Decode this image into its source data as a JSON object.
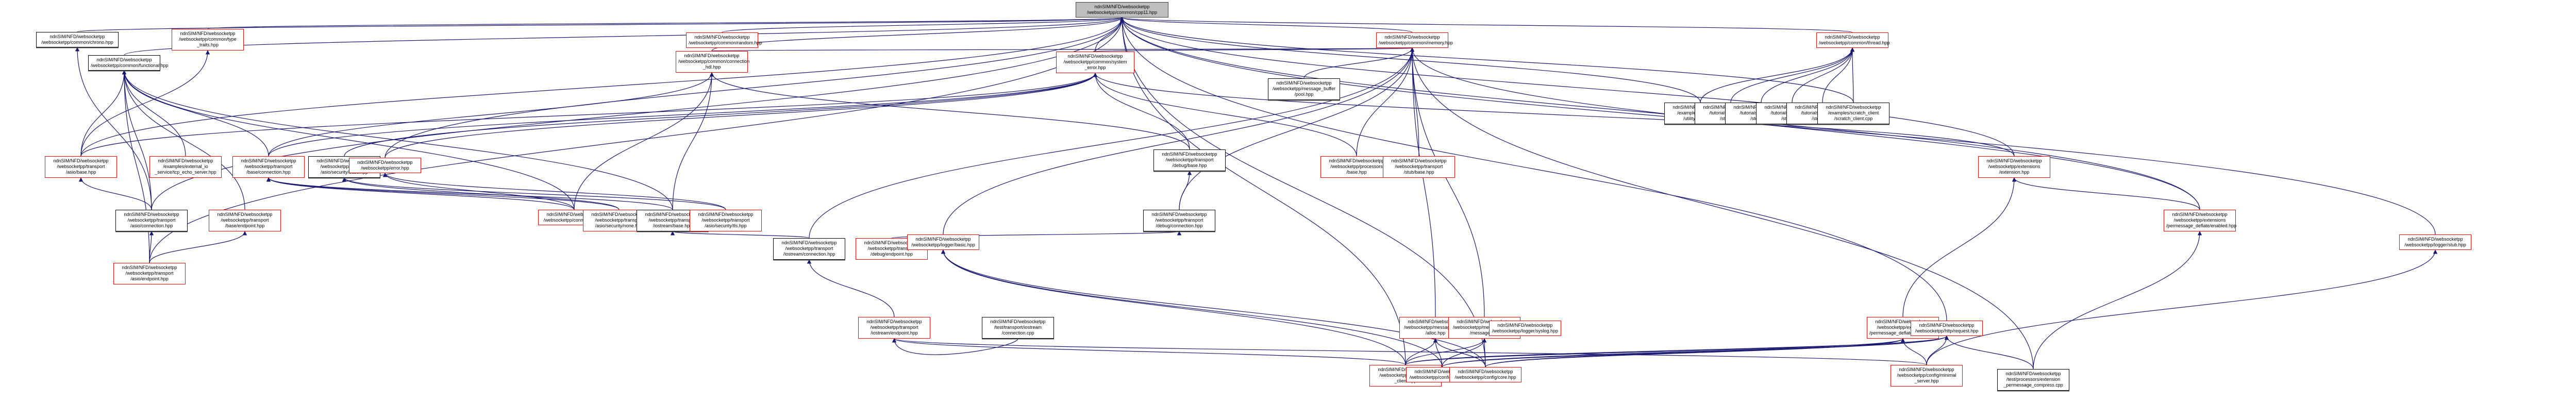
{
  "diagram": {
    "type": "include-dependency-graph",
    "edge_color": "#191970",
    "colors": {
      "root_fill": "#bfbfbf",
      "red_border": "#ff0000",
      "black_border": "#000000"
    },
    "root": {
      "id": "cpp11",
      "label": "ndnSIM/NFD/websocketpp\n/websocketpp/common/cpp11.hpp",
      "style": "root"
    },
    "nodes": [
      {
        "id": "chrono",
        "label": "ndnSIM/NFD/websocketpp\n/websocketpp/common/chrono.hpp",
        "style": "black"
      },
      {
        "id": "type_traits",
        "label": "ndnSIM/NFD/websocketpp\n/websocketpp/common/type\n_traits.hpp",
        "style": "red"
      },
      {
        "id": "random",
        "label": "ndnSIM/NFD/websocketpp\n/websocketpp/common/random.hpp",
        "style": "red"
      },
      {
        "id": "memory",
        "label": "ndnSIM/NFD/websocketpp\n/websocketpp/common/memory.hpp",
        "style": "red"
      },
      {
        "id": "thread",
        "label": "ndnSIM/NFD/websocketpp\n/websocketpp/common/thread.hpp",
        "style": "red"
      },
      {
        "id": "functional",
        "label": "ndnSIM/NFD/websocketpp\n/websocketpp/common/functional.hpp",
        "style": "black"
      },
      {
        "id": "connection_hdl",
        "label": "ndnSIM/NFD/websocketpp\n/websocketpp/common/connection\n_hdl.hpp",
        "style": "red"
      },
      {
        "id": "system_error",
        "label": "ndnSIM/NFD/websocketpp\n/websocketpp/common/system\n_error.hpp",
        "style": "red"
      },
      {
        "id": "mb_pool",
        "label": "ndnSIM/NFD/websocketpp\n/websocketpp/message_buffer\n/pool.hpp",
        "style": "black"
      },
      {
        "id": "utility_client",
        "label": "ndnSIM/NFD/websocketpp\n/examples/utility_client\n/utility_client.cpp",
        "style": "black"
      },
      {
        "id": "step3",
        "label": "ndnSIM/NFD/websocketpp\n/tutorials/utility_client\n/step3.cpp",
        "style": "black"
      },
      {
        "id": "step4",
        "label": "ndnSIM/NFD/websocketpp\n/tutorials/utility_client\n/step4.cpp",
        "style": "black"
      },
      {
        "id": "step5",
        "label": "ndnSIM/NFD/websocketpp\n/tutorials/utility_client\n/step5.cpp",
        "style": "black"
      },
      {
        "id": "step6",
        "label": "ndnSIM/NFD/websocketpp\n/tutorials/utility_client\n/step6.cpp",
        "style": "black"
      },
      {
        "id": "scratch_client",
        "label": "ndnSIM/NFD/websocketpp\n/examples/scratch_client\n/scratch_client.cpp",
        "style": "black"
      },
      {
        "id": "asio_base",
        "label": "ndnSIM/NFD/websocketpp\n/websocketpp/transport\n/asio/base.hpp",
        "style": "red"
      },
      {
        "id": "tcp_echo",
        "label": "ndnSIM/NFD/websocketpp\n/examples/external_io\n_service/tcp_echo_server.hpp",
        "style": "red"
      },
      {
        "id": "base_connection",
        "label": "ndnSIM/NFD/websocketpp\n/websocketpp/transport\n/base/connection.hpp",
        "style": "red"
      },
      {
        "id": "asio_security_base",
        "label": "ndnSIM/NFD/websocketpp\n/websocketpp/transport\n/asio/security/base.hpp",
        "style": "black"
      },
      {
        "id": "error",
        "label": "ndnSIM/NFD/websocketpp\n/websocketpp/error.hpp",
        "style": "red"
      },
      {
        "id": "debug_base",
        "label": "ndnSIM/NFD/websocketpp\n/websocketpp/transport\n/debug/base.hpp",
        "style": "black"
      },
      {
        "id": "processors_base",
        "label": "ndnSIM/NFD/websocketpp\n/websocketpp/processors\n/base.hpp",
        "style": "red"
      },
      {
        "id": "stub_base",
        "label": "ndnSIM/NFD/websocketpp\n/websocketpp/transport\n/stub/base.hpp",
        "style": "red"
      },
      {
        "id": "extension",
        "label": "ndnSIM/NFD/websocketpp\n/websocketpp/extensions\n/extension.hpp",
        "style": "red"
      },
      {
        "id": "asio_connection",
        "label": "ndnSIM/NFD/websocketpp\n/websocketpp/transport\n/asio/connection.hpp",
        "style": "black"
      },
      {
        "id": "base_endpoint",
        "label": "ndnSIM/NFD/websocketpp\n/websocketpp/transport\n/base/endpoint.hpp",
        "style": "red"
      },
      {
        "id": "connection",
        "label": "ndnSIM/NFD/websocketpp\n/websocketpp/connection.hpp",
        "style": "red"
      },
      {
        "id": "security_none",
        "label": "ndnSIM/NFD/websocketpp\n/websocketpp/transport\n/asio/security/none.hpp",
        "style": "red"
      },
      {
        "id": "iostream_base",
        "label": "ndnSIM/NFD/websocketpp\n/websocketpp/transport\n/iostream/base.hpp",
        "style": "black"
      },
      {
        "id": "security_tls",
        "label": "ndnSIM/NFD/websocketpp\n/websocketpp/transport\n/asio/security/tls.hpp",
        "style": "red"
      },
      {
        "id": "debug_connection",
        "label": "ndnSIM/NFD/websocketpp\n/websocketpp/transport\n/debug/connection.hpp",
        "style": "black"
      },
      {
        "id": "pmd_enabled",
        "label": "ndnSIM/NFD/websocketpp\n/websocketpp/extensions\n/permessage_deflate/enabled.hpp",
        "style": "red"
      },
      {
        "id": "asio_endpoint",
        "label": "ndnSIM/NFD/websocketpp\n/websocketpp/transport\n/asio/endpoint.hpp",
        "style": "red"
      },
      {
        "id": "iostream_connection",
        "label": "ndnSIM/NFD/websocketpp\n/websocketpp/transport\n/iostream/connection.hpp",
        "style": "black"
      },
      {
        "id": "debug_endpoint",
        "label": "ndnSIM/NFD/websocketpp\n/websocketpp/transport\n/debug/endpoint.hpp",
        "style": "red"
      },
      {
        "id": "logger_basic",
        "label": "ndnSIM/NFD/websocketpp\n/websocketpp/logger/basic.hpp",
        "style": "red"
      },
      {
        "id": "logger_stub",
        "label": "ndnSIM/NFD/websocketpp\n/websocketpp/logger/stub.hpp",
        "style": "red"
      },
      {
        "id": "iostream_endpoint",
        "label": "ndnSIM/NFD/websocketpp\n/websocketpp/transport\n/iostream/endpoint.hpp",
        "style": "red"
      },
      {
        "id": "test_iostream_connection",
        "label": "ndnSIM/NFD/websocketpp\n/test/transport/iostream\n/connection.cpp",
        "style": "black"
      },
      {
        "id": "mb_alloc",
        "label": "ndnSIM/NFD/websocketpp\n/websocketpp/message_buffer\n/alloc.hpp",
        "style": "red"
      },
      {
        "id": "mb_message",
        "label": "ndnSIM/NFD/websocketpp\n/websocketpp/message_buffer\n/message.hpp",
        "style": "red"
      },
      {
        "id": "syslog",
        "label": "ndnSIM/NFD/websocketpp\n/websocketpp/logger/syslog.hpp",
        "style": "red"
      },
      {
        "id": "pmd_disabled",
        "label": "ndnSIM/NFD/websocketpp\n/websocketpp/extensions\n/permessage_deflate/disabled.hpp",
        "style": "red"
      },
      {
        "id": "http_request",
        "label": "ndnSIM/NFD/websocketpp\n/websocketpp/http/request.hpp",
        "style": "red"
      },
      {
        "id": "core_client",
        "label": "ndnSIM/NFD/websocketpp\n/websocketpp/config/core\n_client.hpp",
        "style": "red"
      },
      {
        "id": "config_debug",
        "label": "ndnSIM/NFD/websocketpp\n/websocketpp/config/debug.hpp",
        "style": "red"
      },
      {
        "id": "config_core",
        "label": "ndnSIM/NFD/websocketpp\n/websocketpp/config/core.hpp",
        "style": "red"
      },
      {
        "id": "minimal_server",
        "label": "ndnSIM/NFD/websocketpp\n/websocketpp/config/minimal\n_server.hpp",
        "style": "red"
      },
      {
        "id": "ext_pmd_compress",
        "label": "ndnSIM/NFD/websocketpp\n/test/processors/extension\n_permessage_compress.cpp",
        "style": "black"
      }
    ],
    "edges": [
      [
        "chrono",
        "cpp11"
      ],
      [
        "type_traits",
        "cpp11"
      ],
      [
        "random",
        "cpp11"
      ],
      [
        "memory",
        "cpp11"
      ],
      [
        "thread",
        "cpp11"
      ],
      [
        "functional",
        "cpp11"
      ],
      [
        "connection_hdl",
        "cpp11"
      ],
      [
        "system_error",
        "cpp11"
      ],
      [
        "asio_base",
        "cpp11"
      ],
      [
        "asio_connection",
        "cpp11"
      ],
      [
        "asio_endpoint",
        "cpp11"
      ],
      [
        "error",
        "cpp11"
      ],
      [
        "extension",
        "cpp11"
      ],
      [
        "logger_stub",
        "cpp11"
      ],
      [
        "http_request",
        "cpp11"
      ],
      [
        "pmd_enabled",
        "cpp11"
      ],
      [
        "utility_client",
        "cpp11"
      ],
      [
        "scratch_client",
        "cpp11"
      ],
      [
        "core_client",
        "cpp11"
      ],
      [
        "config_core",
        "cpp11"
      ],
      [
        "asio_connection",
        "chrono"
      ],
      [
        "asio_base",
        "type_traits"
      ],
      [
        "connection_hdl",
        "memory"
      ],
      [
        "mb_pool",
        "memory"
      ],
      [
        "system_error",
        "memory"
      ],
      [
        "processors_base",
        "memory"
      ],
      [
        "logger_basic",
        "memory"
      ],
      [
        "mb_alloc",
        "memory"
      ],
      [
        "mb_message",
        "memory"
      ],
      [
        "iostream_connection",
        "memory"
      ],
      [
        "debug_connection",
        "memory"
      ],
      [
        "stub_base",
        "memory"
      ],
      [
        "pmd_enabled",
        "memory"
      ],
      [
        "ext_pmd_compress",
        "memory"
      ],
      [
        "utility_client",
        "thread"
      ],
      [
        "step3",
        "thread"
      ],
      [
        "step4",
        "thread"
      ],
      [
        "step5",
        "thread"
      ],
      [
        "step6",
        "thread"
      ],
      [
        "scratch_client",
        "thread"
      ],
      [
        "asio_base",
        "functional"
      ],
      [
        "tcp_echo",
        "functional"
      ],
      [
        "base_connection",
        "functional"
      ],
      [
        "asio_connection",
        "functional"
      ],
      [
        "asio_endpoint",
        "functional"
      ],
      [
        "base_endpoint",
        "functional"
      ],
      [
        "connection",
        "functional"
      ],
      [
        "iostream_base",
        "functional"
      ],
      [
        "base_connection",
        "connection_hdl"
      ],
      [
        "connection",
        "connection_hdl"
      ],
      [
        "iostream_base",
        "connection_hdl"
      ],
      [
        "debug_base",
        "connection_hdl"
      ],
      [
        "asio_base",
        "system_error"
      ],
      [
        "base_connection",
        "system_error"
      ],
      [
        "asio_security_base",
        "system_error"
      ],
      [
        "error",
        "system_error"
      ],
      [
        "debug_base",
        "system_error"
      ],
      [
        "processors_base",
        "system_error"
      ],
      [
        "extension",
        "system_error"
      ],
      [
        "asio_connection",
        "asio_base"
      ],
      [
        "security_none",
        "base_connection"
      ],
      [
        "connection",
        "base_connection"
      ],
      [
        "iostream_base",
        "base_connection"
      ],
      [
        "security_tls",
        "asio_security_base"
      ],
      [
        "security_none",
        "asio_security_base"
      ],
      [
        "connection",
        "error"
      ],
      [
        "security_tls",
        "error"
      ],
      [
        "debug_connection",
        "debug_base"
      ],
      [
        "pmd_enabled",
        "extension"
      ],
      [
        "pmd_disabled",
        "extension"
      ],
      [
        "asio_endpoint",
        "asio_connection"
      ],
      [
        "asio_endpoint",
        "base_endpoint"
      ],
      [
        "iostream_connection",
        "iostream_base"
      ],
      [
        "debug_endpoint",
        "debug_connection"
      ],
      [
        "iostream_endpoint",
        "iostream_connection"
      ],
      [
        "test_iostream_connection",
        "iostream_endpoint"
      ],
      [
        "ext_pmd_compress",
        "pmd_enabled"
      ],
      [
        "core_client",
        "mb_alloc"
      ],
      [
        "config_debug",
        "mb_alloc"
      ],
      [
        "config_core",
        "mb_alloc"
      ],
      [
        "core_client",
        "mb_message"
      ],
      [
        "config_debug",
        "mb_message"
      ],
      [
        "config_core",
        "mb_message"
      ],
      [
        "core_client",
        "pmd_disabled"
      ],
      [
        "config_debug",
        "pmd_disabled"
      ],
      [
        "config_core",
        "pmd_disabled"
      ],
      [
        "minimal_server",
        "pmd_disabled"
      ],
      [
        "core_client",
        "http_request"
      ],
      [
        "config_debug",
        "http_request"
      ],
      [
        "config_core",
        "http_request"
      ],
      [
        "minimal_server",
        "http_request"
      ],
      [
        "ext_pmd_compress",
        "http_request"
      ],
      [
        "core_client",
        "logger_basic"
      ],
      [
        "config_debug",
        "logger_basic"
      ],
      [
        "config_core",
        "logger_basic"
      ],
      [
        "minimal_server",
        "logger_stub"
      ],
      [
        "minimal_server",
        "iostream_endpoint"
      ],
      [
        "core_client",
        "iostream_endpoint"
      ]
    ]
  }
}
